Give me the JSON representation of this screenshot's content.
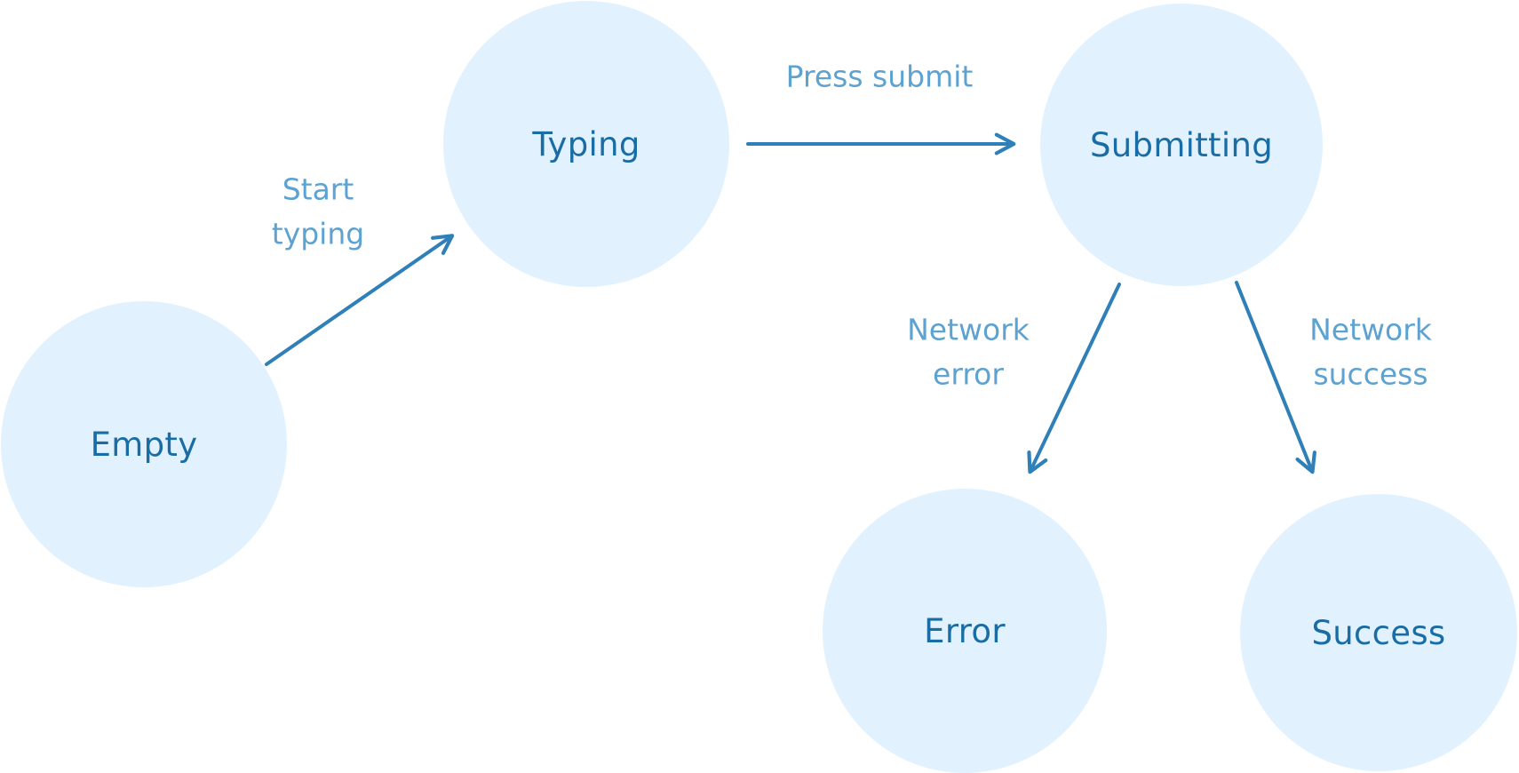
{
  "diagram": {
    "type": "state-machine",
    "states": [
      {
        "id": "empty",
        "label": "Empty"
      },
      {
        "id": "typing",
        "label": "Typing"
      },
      {
        "id": "submitting",
        "label": "Submitting"
      },
      {
        "id": "error",
        "label": "Error"
      },
      {
        "id": "success",
        "label": "Success"
      }
    ],
    "transitions": [
      {
        "from": "empty",
        "to": "typing",
        "label": "Start typing"
      },
      {
        "from": "typing",
        "to": "submitting",
        "label": "Press submit"
      },
      {
        "from": "submitting",
        "to": "error",
        "label": "Network error"
      },
      {
        "from": "submitting",
        "to": "success",
        "label": "Network success"
      }
    ],
    "colors": {
      "node_fill": "#e1f2fe",
      "node_label": "#1a6da4",
      "arrow": "#2f80b8",
      "edge_label": "#5da2d0",
      "background": "#ffffff"
    }
  }
}
